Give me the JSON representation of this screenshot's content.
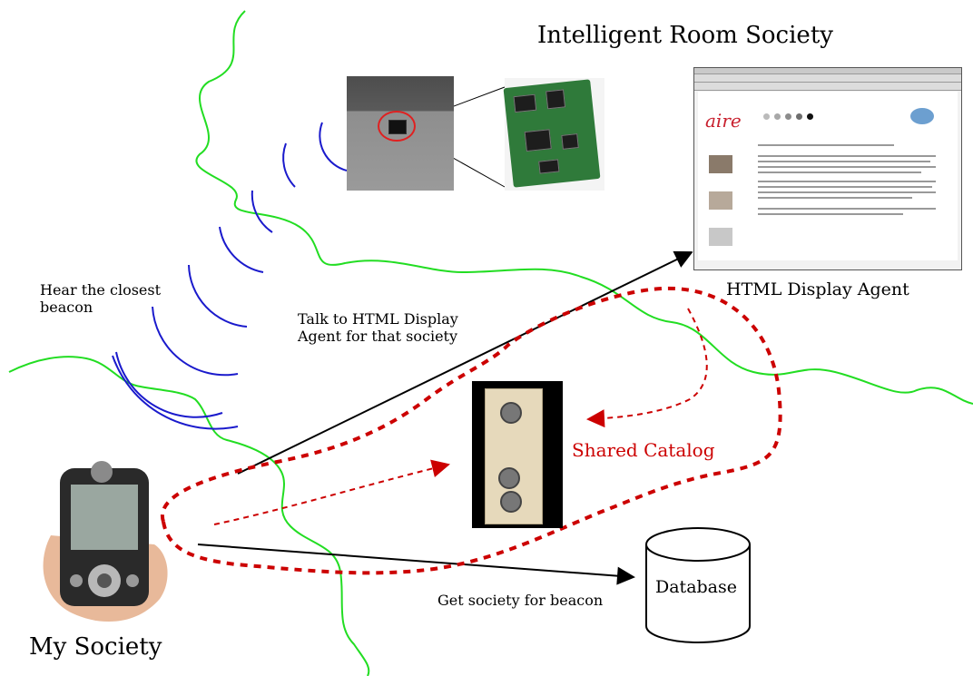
{
  "diagram": {
    "titles": {
      "intelligent_room": "Intelligent Room Society",
      "my_society": "My Society",
      "html_display_agent": "HTML Display Agent",
      "shared_catalog": "Shared Catalog",
      "database": "Database"
    },
    "edge_labels": {
      "hear_beacon": "Hear the closest beacon",
      "talk_to_agent": "Talk to HTML Display Agent for that society",
      "get_society": "Get society for beacon"
    },
    "browser_logo": "aire",
    "colors": {
      "wave_green": "#22dd22",
      "beacon_blue": "#1a1acc",
      "catalog_red": "#cc0000",
      "arrow_black": "#000000"
    }
  }
}
